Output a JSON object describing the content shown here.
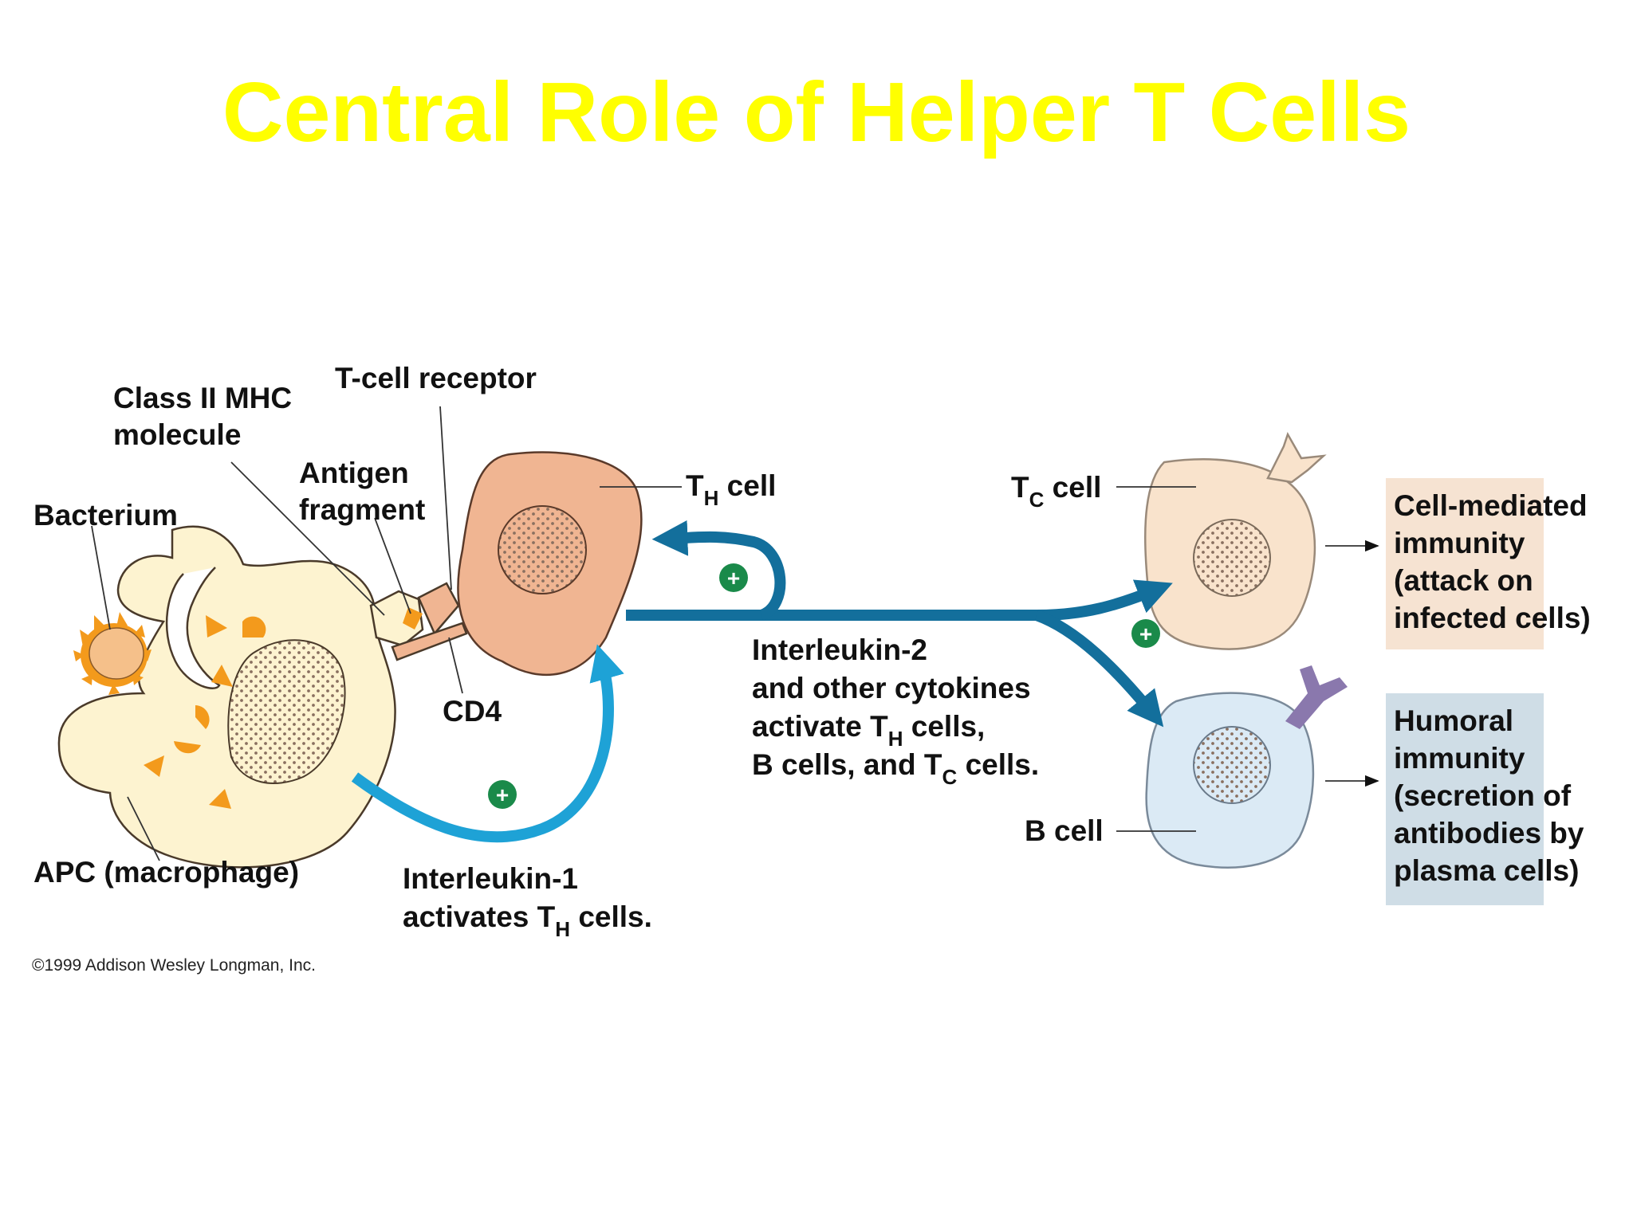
{
  "title": "Central Role of Helper T Cells",
  "labels": {
    "t_cell_receptor": "T-cell receptor",
    "class_ii_mhc": [
      "Class II MHC",
      "molecule"
    ],
    "antigen_fragment": [
      "Antigen",
      "fragment"
    ],
    "bacterium": "Bacterium",
    "th_cell": {
      "T": "T",
      "sub": "H",
      "rest": " cell"
    },
    "tc_cell": {
      "T": "T",
      "sub": "C",
      "rest": " cell"
    },
    "cd4": "CD4",
    "apc": "APC (macrophage)",
    "b_cell": "B cell",
    "interleukin_1": {
      "line1": "Interleukin-1",
      "line2_pre": "activates T",
      "line2_sub": "H",
      "line2_post": " cells."
    },
    "interleukin_2": {
      "line1": "Interleukin-2",
      "line2": "and other cytokines",
      "line3_pre": "activate T",
      "line3_sub": "H",
      "line3_post": " cells,",
      "line4_pre": "B cells, and T",
      "line4_sub": "C",
      "line4_post": " cells."
    },
    "cell_mediated": [
      "Cell-mediated",
      "immunity",
      "(attack on",
      "infected cells)"
    ],
    "humoral": [
      "Humoral",
      "immunity",
      "(secretion of",
      "antibodies by",
      "plasma cells)"
    ],
    "copyright": "©1999 Addison Wesley Longman, Inc.",
    "plus": "+"
  },
  "colors": {
    "title": "#ffff00",
    "dark_arrow": "#136f9c",
    "light_arrow": "#1ea2d6",
    "plus_badge": "#1a8a4a",
    "apc_fill": "#fdf3d0",
    "th_fill": "#f0b592",
    "tc_fill": "#f9e3cc",
    "b_fill": "#dbeaf5",
    "antigen": "#f39a1c",
    "cell_mediated_box": "#f6e3d2",
    "humoral_box": "#cfdde6",
    "antibody": "#8a78ad"
  }
}
